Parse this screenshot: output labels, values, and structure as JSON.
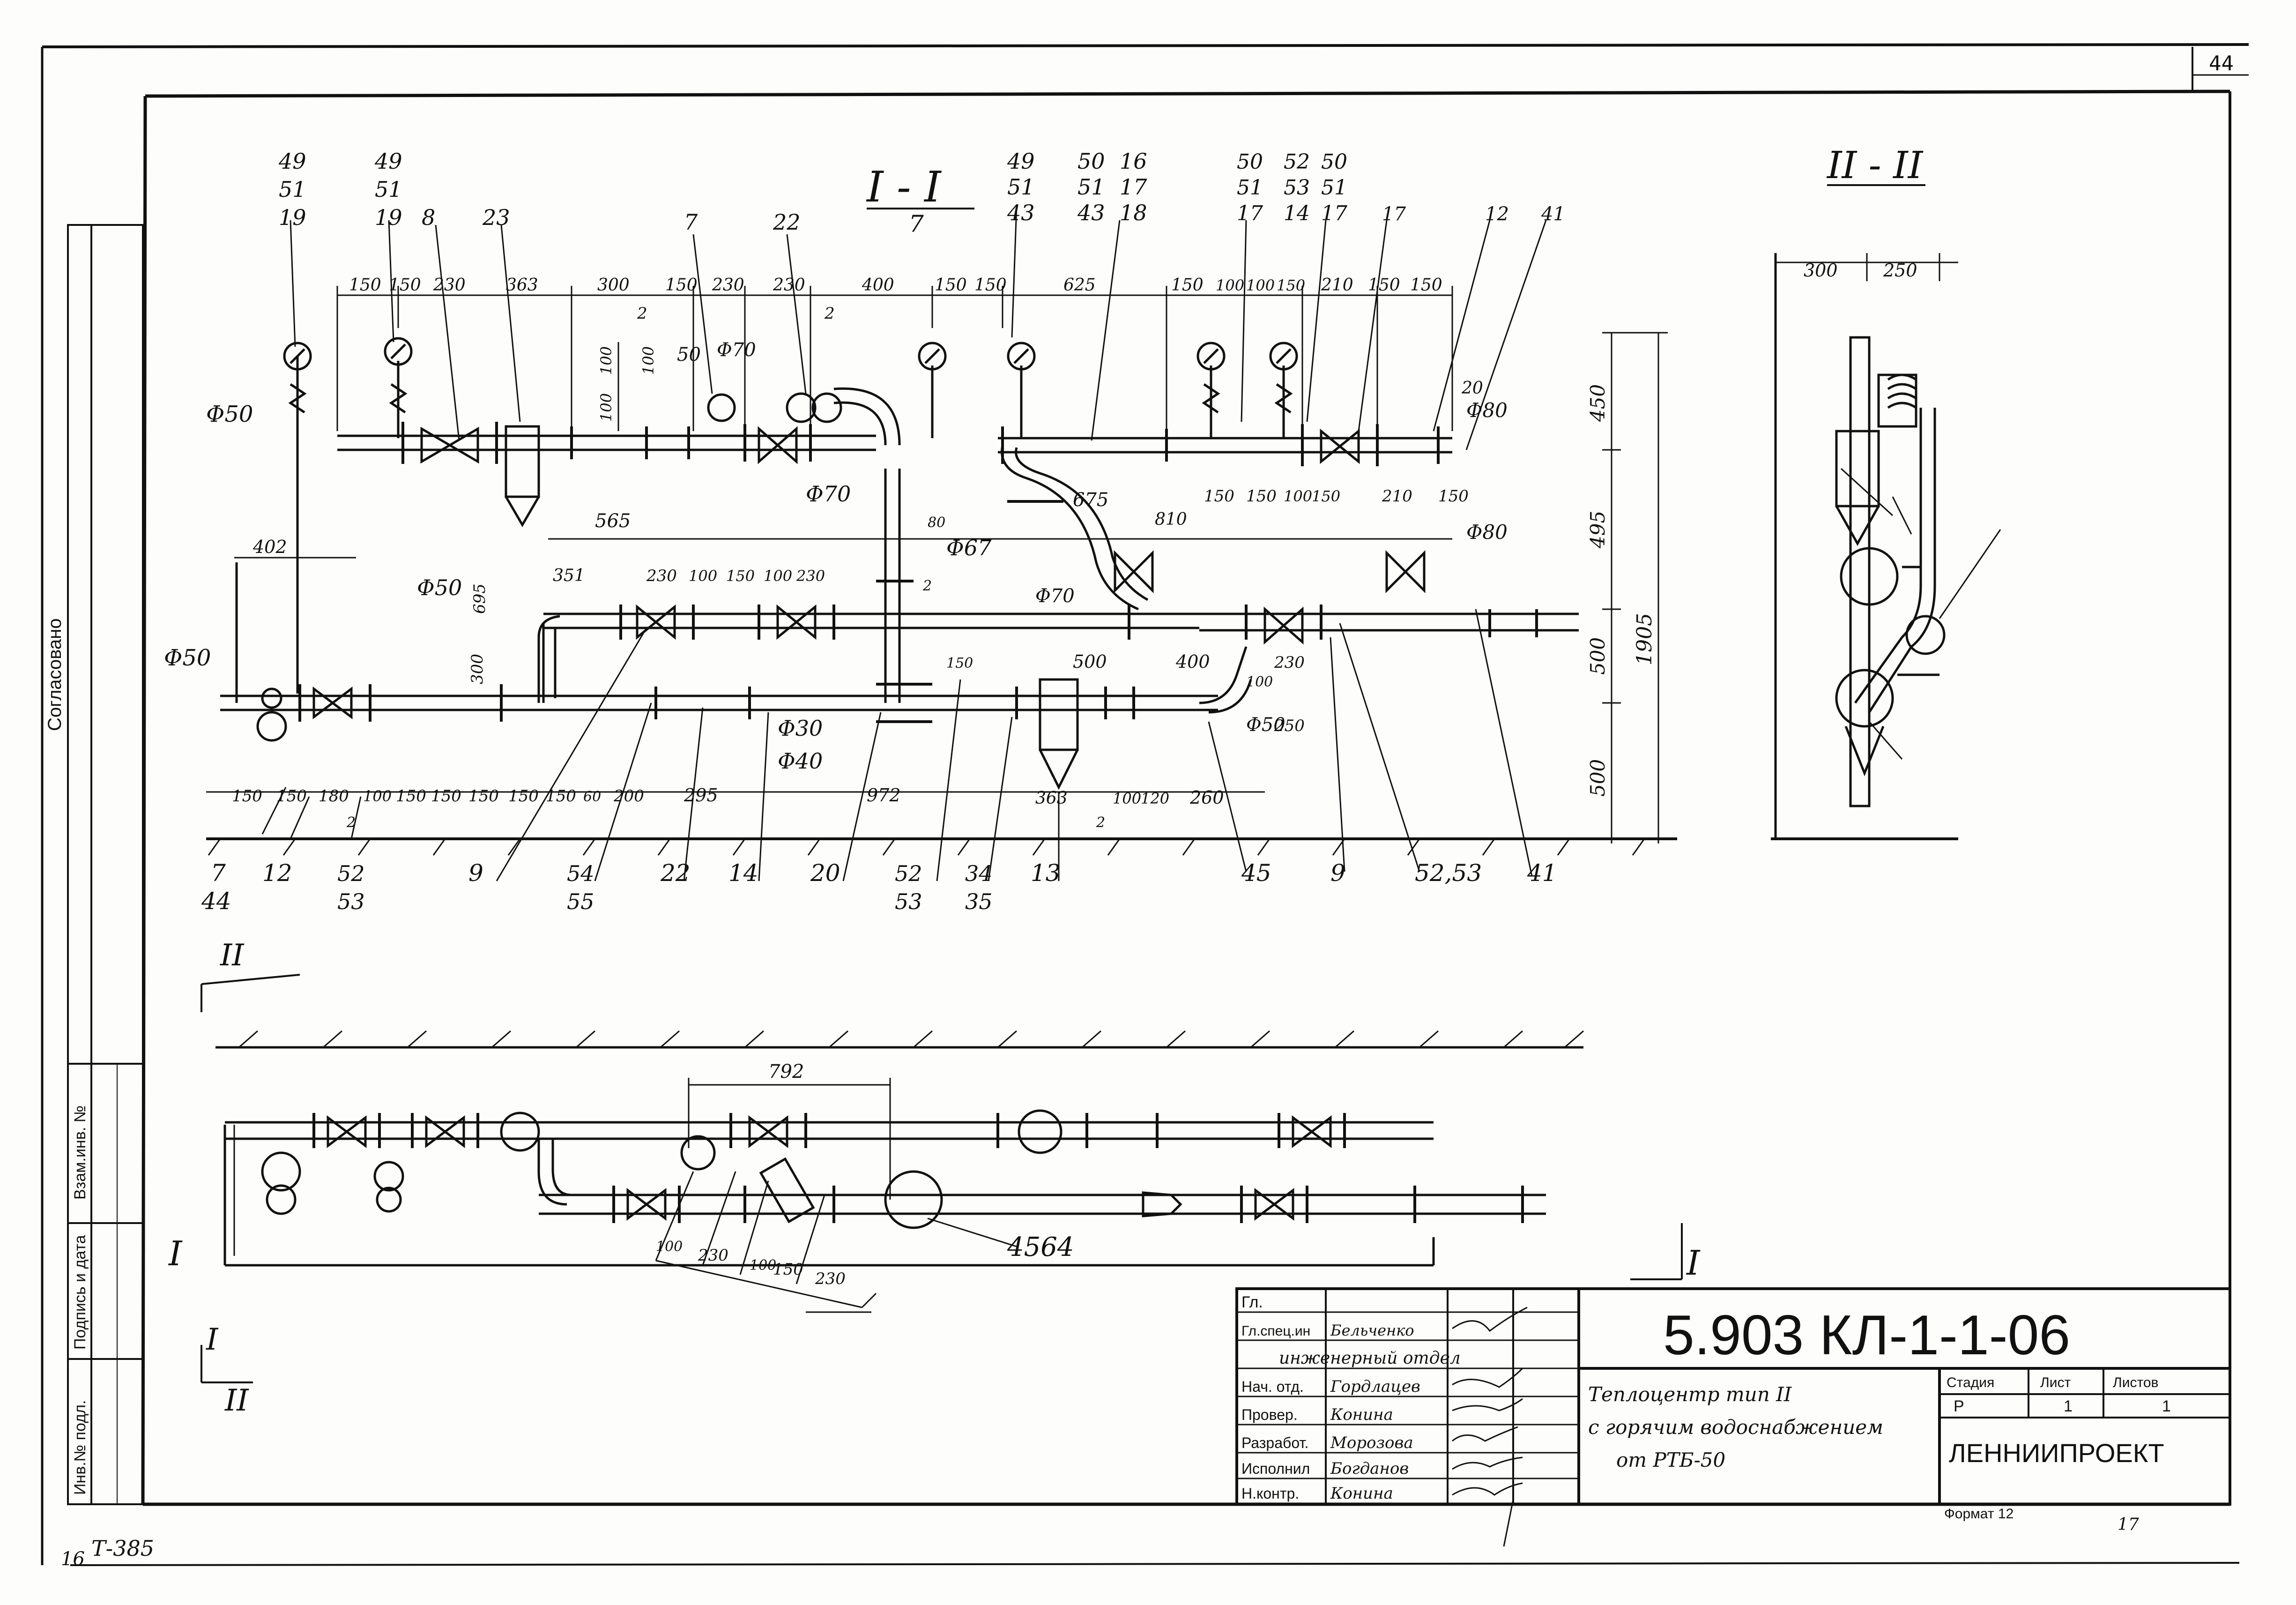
{
  "sheet": {
    "page_number": "44",
    "bottom_left_note": "Т-385",
    "bottom_corner": "16",
    "corner_mark": "17",
    "format_label": "Формат 12"
  },
  "side_stamp": {
    "agreed": "Согласовано",
    "cols": [
      "Взам.инв. №",
      "Подпись и дата",
      "Инв.№ подл."
    ]
  },
  "section_labels": {
    "main": "I - I",
    "side": "II - II",
    "plan_marker": "II",
    "marker_I": "I"
  },
  "title_block": {
    "code": "5.903 КЛ-1-1-06",
    "rows": [
      {
        "role": "Гл.",
        "name": ""
      },
      {
        "role": "Гл.спец.ин",
        "name": "Бельченко"
      },
      {
        "role": "",
        "name": "инженерный отдел"
      },
      {
        "role": "Нач. отд.",
        "name": "Гордлацев"
      },
      {
        "role": "Провер.",
        "name": "Конина"
      },
      {
        "role": "Разработ.",
        "name": "Морозова"
      },
      {
        "role": "Исполнил",
        "name": "Богданов"
      },
      {
        "role": "Н.контр.",
        "name": "Конина"
      }
    ],
    "description": [
      "Теплоцентр тип II",
      "с горячим водоснабжением",
      "от РТБ-50"
    ],
    "stage_headers": [
      "Стадия",
      "Лист",
      "Листов"
    ],
    "stage_values": [
      "Р",
      "1",
      "1"
    ],
    "org": "ЛЕННИИПРОЕКТ"
  },
  "callouts_top": [
    {
      "lines": [
        "49",
        "51",
        "19"
      ]
    },
    {
      "lines": [
        "49",
        "51",
        "19"
      ]
    },
    {
      "lines": [
        "8"
      ]
    },
    {
      "lines": [
        "23"
      ]
    },
    {
      "lines": [
        "7"
      ]
    },
    {
      "lines": [
        "22"
      ]
    },
    {
      "lines": [
        "7"
      ]
    },
    {
      "lines": [
        "49",
        "51",
        "43"
      ]
    },
    {
      "lines": [
        "50",
        "51",
        "43"
      ]
    },
    {
      "lines": [
        "16",
        "17",
        "18"
      ]
    },
    {
      "lines": [
        "50",
        "51",
        "17"
      ]
    },
    {
      "lines": [
        "52",
        "53",
        "14"
      ]
    },
    {
      "lines": [
        "50",
        "51",
        "17"
      ]
    },
    {
      "lines": [
        "17"
      ]
    },
    {
      "lines": [
        "12"
      ]
    },
    {
      "lines": [
        "41"
      ]
    }
  ],
  "callouts_bottom": [
    {
      "lines": [
        "7",
        "44"
      ]
    },
    {
      "lines": [
        "12"
      ]
    },
    {
      "lines": [
        "52",
        "53"
      ]
    },
    {
      "lines": [
        "9"
      ]
    },
    {
      "lines": [
        "54",
        "55"
      ]
    },
    {
      "lines": [
        "22"
      ]
    },
    {
      "lines": [
        "14"
      ]
    },
    {
      "lines": [
        "20"
      ]
    },
    {
      "lines": [
        "52",
        "53"
      ]
    },
    {
      "lines": [
        "34",
        "35"
      ]
    },
    {
      "lines": [
        "13"
      ]
    },
    {
      "lines": [
        "45"
      ]
    },
    {
      "lines": [
        "9"
      ]
    },
    {
      "lines": [
        "52,53"
      ]
    },
    {
      "lines": [
        "41"
      ]
    }
  ],
  "dims_top": [
    "150",
    "150",
    "230",
    "363",
    "300",
    "150",
    "230",
    "230",
    "400",
    "150",
    "150",
    "625",
    "150",
    "100",
    "100",
    "150",
    "210",
    "150",
    "150"
  ],
  "dims_mid": [
    "351",
    "230",
    "100",
    "150",
    "100",
    "230",
    "810",
    "150",
    "150",
    "100",
    "150",
    "210",
    "150"
  ],
  "dims_bottom": [
    "150",
    "150",
    "180",
    "100",
    "150",
    "150",
    "150",
    "150",
    "150",
    "60",
    "200",
    "295",
    "972",
    "363",
    "100",
    "120",
    "260"
  ],
  "dims_misc": [
    "402",
    "565",
    "695",
    "300",
    "100",
    "100",
    "100",
    "80",
    "50",
    "675",
    "500",
    "400",
    "230",
    "250",
    "150",
    "100",
    "20",
    "2",
    "2",
    "2",
    "2",
    "2"
  ],
  "pipe_labels": [
    "Φ50",
    "Φ50",
    "Φ50",
    "Φ70",
    "Φ67",
    "Φ70",
    "Φ80",
    "Φ80",
    "Φ30",
    "Φ40",
    "Φ50",
    "Φ70"
  ],
  "dims_right": [
    "450",
    "495",
    "500",
    "1905",
    "500"
  ],
  "side_dims": [
    "300",
    "250"
  ],
  "plan_dims": [
    "792",
    "100",
    "230",
    "100",
    "150",
    "230",
    "4564"
  ]
}
